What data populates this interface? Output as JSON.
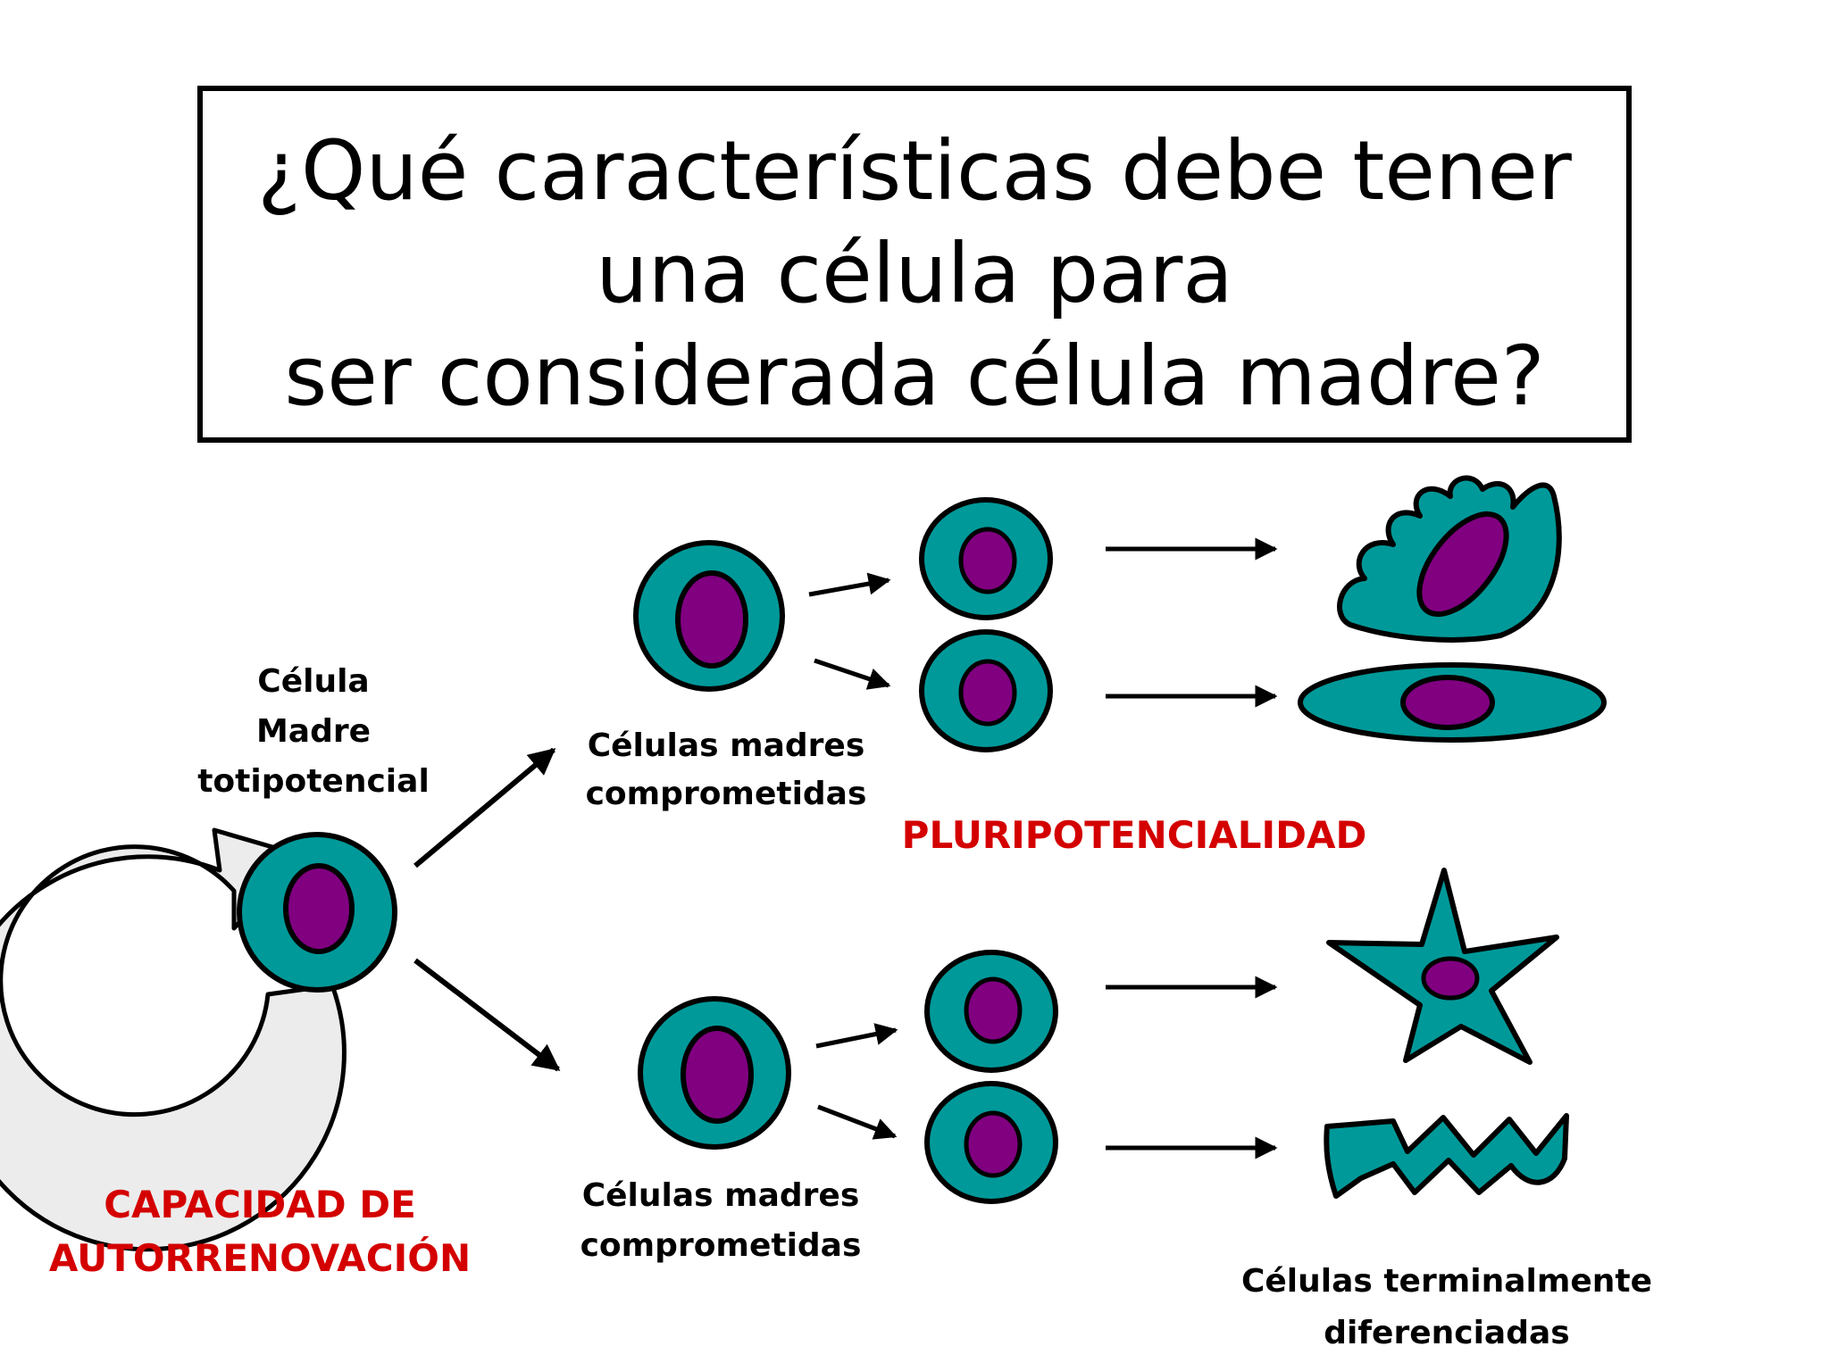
{
  "title": {
    "lines": [
      "¿Qué características debe tener",
      "una célula para",
      "ser considerada célula madre?"
    ]
  },
  "labels": {
    "totipotent_cell": [
      "Célula",
      "Madre",
      "totipotencial"
    ],
    "committed_top": [
      "Células madres",
      "comprometidas"
    ],
    "committed_bottom": [
      "Células madres",
      "comprometidas"
    ],
    "pluripotency": "PLURIPOTENCIALIDAD",
    "self_renewal": [
      "CAPACIDAD DE",
      "AUTORRENOVACIÓN"
    ],
    "terminal": [
      "Células terminalmente",
      "diferenciadas"
    ]
  },
  "colors": {
    "cytoplasm": "#009999",
    "nucleus": "#800080",
    "outline": "#000000",
    "accent_text": "#d40000",
    "renewal_arrow": "#ececec"
  }
}
